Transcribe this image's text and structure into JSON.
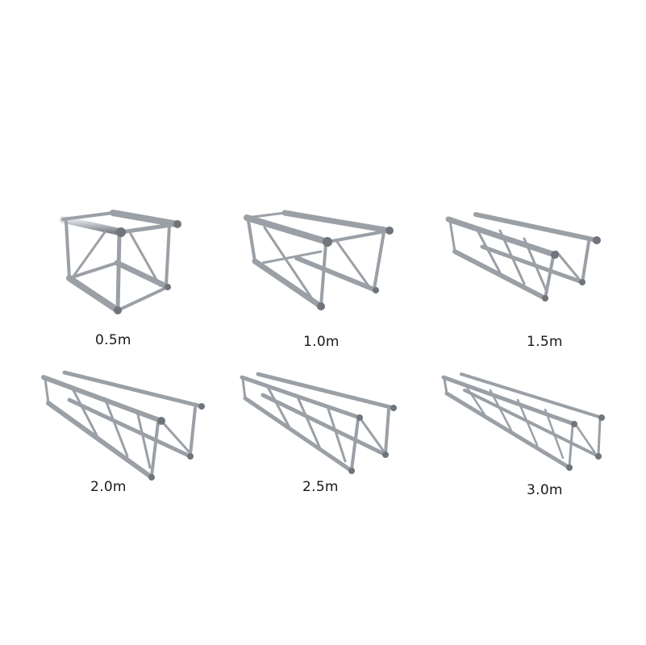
{
  "image": {
    "description": "Product photo of square aluminum truss segments in six lengths",
    "background": "#ffffff",
    "truss_color": "#b8bcc0",
    "items": [
      {
        "label": "0.5m"
      },
      {
        "label": "1.0m"
      },
      {
        "label": "1.5m"
      },
      {
        "label": "2.0m"
      },
      {
        "label": "2.5m"
      },
      {
        "label": "3.0m"
      }
    ]
  }
}
